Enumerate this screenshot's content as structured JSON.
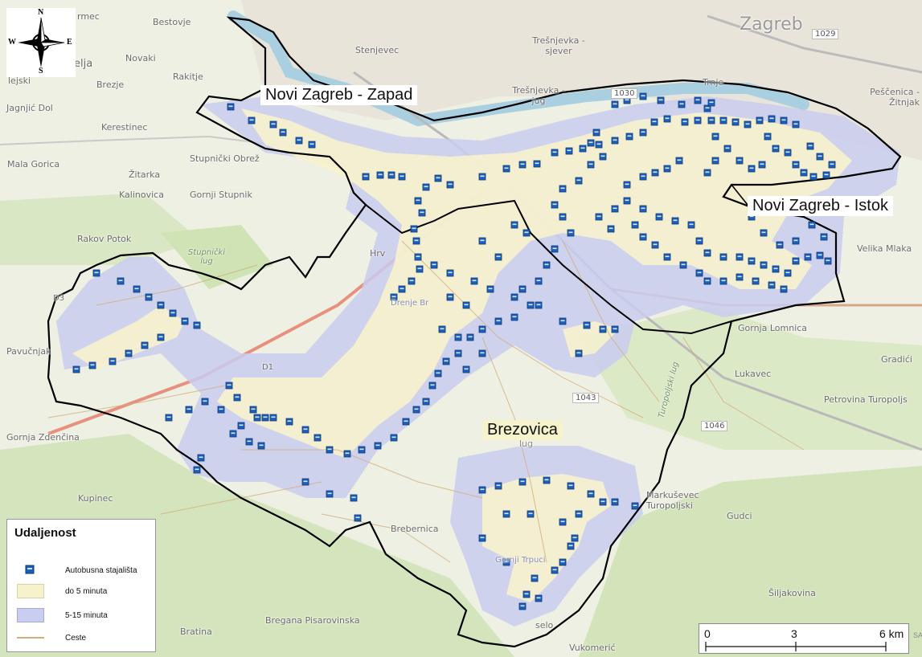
{
  "districts": {
    "zapad": "Novi Zagreb - Zapad",
    "istok": "Novi Zagreb - Istok",
    "brezovica": "Brezovica"
  },
  "compass": {
    "n": "N",
    "s": "S",
    "e": "E",
    "w": "W"
  },
  "places": {
    "brdovec": "rmec",
    "bestovje": "Bestovje",
    "elja": "elja",
    "novaki": "Novaki",
    "rakitje": "Rakitje",
    "brezje": "Brezje",
    "lejski": "lejski",
    "jagnjic": "Jagnjić Dol",
    "kerestinec": "Kerestinec",
    "mala_gorica": "Mala Gorica",
    "zitarka": "Žitarka",
    "stupnicki_obrez": "Stupnički Obrež",
    "kalinovica": "Kalinovica",
    "gornji_stupnik": "Gornji Stupnik",
    "rakov_potok": "Rakov Potok",
    "stupnicki_lug": "Stupnički lug",
    "stenjevec": "Stenjevec",
    "tresnjevka_s": "Trešnjevka - sjever",
    "tresnjevka_j": "Trešnjevka - jug",
    "trnje": "Trnje",
    "zagreb": "Zagreb",
    "pescenica": "Peščenica - Žitnjak",
    "velika_mlaka": "Velika Mlaka",
    "gornja_lomnica": "Gornja Lomnica",
    "lukavec": "Lukavec",
    "gradici": "Gradići",
    "petrovina": "Petrovina Turopoljs",
    "pavucnjak": "Pavučnjak",
    "gornja_zdencina": "Gornja Zdenčina",
    "kupinec": "Kupinec",
    "brebernica": "Brebernica",
    "hrv": "Hrv",
    "drenje": "Drenje Br",
    "jug": "lug",
    "markusevec": "Markuševec Turopoljski",
    "gudci": "Gudci",
    "gornji_trpuci": "Gornji Trpuci",
    "bregana": "Bregana Pisarovinska",
    "bratina": "Bratina",
    "selo": "selo",
    "vukomeric": "Vukomerić",
    "siljakovina": "Šiljakovina",
    "turopoljski_lug": "Turopoljski lug",
    "d3": "D3",
    "d1": "D1"
  },
  "roads": {
    "r1029": "1029",
    "r1030": "1030",
    "r1043": "1043",
    "r1046": "1046"
  },
  "legend": {
    "title": "Udaljenost",
    "stops": "Autobusna stajališta",
    "zone5": "do 5 minuta",
    "zone15": "5-15 minuta",
    "roads": "Ceste"
  },
  "colors": {
    "zone5": "#f6f2cc",
    "zone15": "#c9cdef",
    "stop": "#1f5fb6",
    "boundary": "#000000",
    "road": "#cfae7a",
    "green": "#cfe2b5"
  },
  "scale": {
    "t0": "0",
    "t3": "3",
    "t6": "6 km"
  },
  "credit": "SA"
}
